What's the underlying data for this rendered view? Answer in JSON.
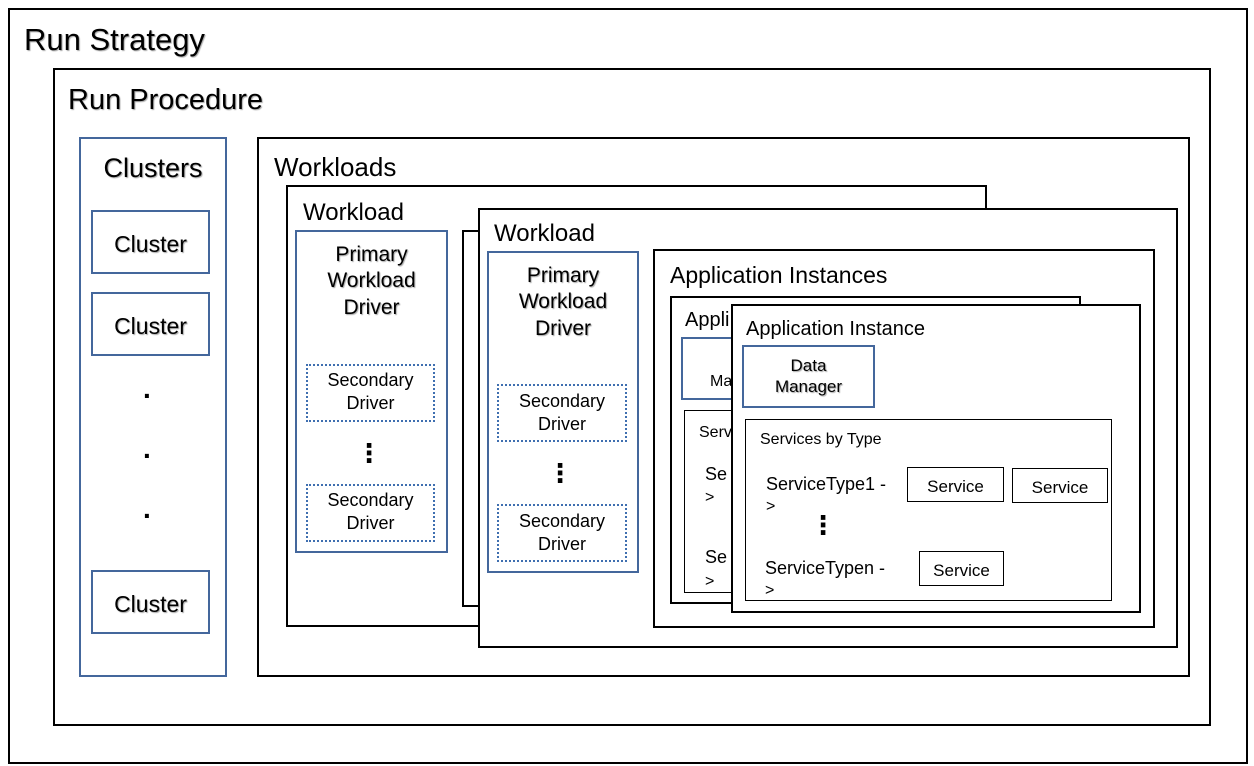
{
  "run_strategy": {
    "title": "Run Strategy"
  },
  "run_procedure": {
    "title": "Run Procedure"
  },
  "clusters": {
    "title": "Clusters",
    "items": [
      "Cluster",
      "Cluster",
      "Cluster"
    ],
    "ellipsis": ".",
    "ellipsis_count": 3
  },
  "workloads": {
    "title": "Workloads",
    "back_workload": {
      "title": "Workload",
      "primary_driver": "Primary Workload Driver",
      "secondary_drivers": [
        "Secondary Driver",
        "Secondary Driver"
      ],
      "ellipsis": "⋮"
    },
    "front_workload": {
      "title": "Workload",
      "primary_driver": "Primary Workload Driver",
      "secondary_drivers": [
        "Secondary Driver",
        "Secondary Driver"
      ],
      "ellipsis": "⋮"
    }
  },
  "application_instances": {
    "title": "Application Instances",
    "back_instance": {
      "title_fragment": "Appli",
      "data_manager_fragment": "Ma",
      "services_fragment": "Serv",
      "type_fragments": [
        "Se",
        ">",
        "Se",
        ">"
      ]
    },
    "front_instance": {
      "title": "Application Instance",
      "data_manager": "Data Manager",
      "services_by_type": {
        "title": "Services by Type",
        "rows": [
          {
            "type": "ServiceType1 -",
            "arrow": ">",
            "services": [
              "Service",
              "Service"
            ]
          },
          {
            "type": "ServiceTypen -",
            "arrow": ">",
            "services": [
              "Service"
            ]
          }
        ],
        "ellipsis": "⋮"
      }
    }
  }
}
